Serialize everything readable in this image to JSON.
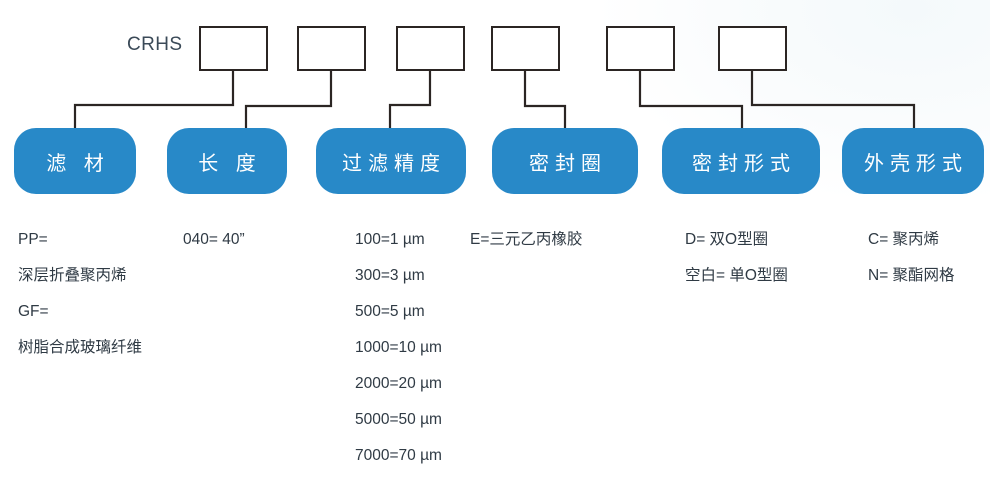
{
  "diagram": {
    "prefix": "CRHS",
    "accent_color": "#2889c8",
    "line_color": "#2b2523",
    "text_color": "#2f3a44",
    "background_color": "#ffffff",
    "code_slots": [
      {
        "value": ""
      },
      {
        "value": ""
      },
      {
        "value": ""
      },
      {
        "value": ""
      },
      {
        "value": ""
      },
      {
        "value": ""
      }
    ],
    "categories": [
      {
        "label": "滤 材"
      },
      {
        "label": "长 度"
      },
      {
        "label": "过滤精度"
      },
      {
        "label": "密封圈"
      },
      {
        "label": "密封形式"
      },
      {
        "label": "外壳形式"
      }
    ],
    "legends": [
      {
        "key": "filter-material",
        "lines": [
          "PP=",
          "深层折叠聚丙烯",
          "GF=",
          "树脂合成玻璃纤维"
        ]
      },
      {
        "key": "length",
        "lines": [
          "040= 40”"
        ]
      },
      {
        "key": "filtration-accuracy",
        "lines": [
          "100=1 µm",
          "300=3 µm",
          "500=5 µm",
          "1000=10 µm",
          "2000=20 µm",
          "5000=50 µm",
          "7000=70 µm"
        ]
      },
      {
        "key": "sealing-ring",
        "lines": [
          "E=三元乙丙橡胶"
        ]
      },
      {
        "key": "sealing-type",
        "lines": [
          "D= 双O型圈",
          "空白= 单O型圈"
        ]
      },
      {
        "key": "housing-type",
        "lines": [
          "C= 聚丙烯",
          "N= 聚酯网格"
        ]
      }
    ]
  }
}
